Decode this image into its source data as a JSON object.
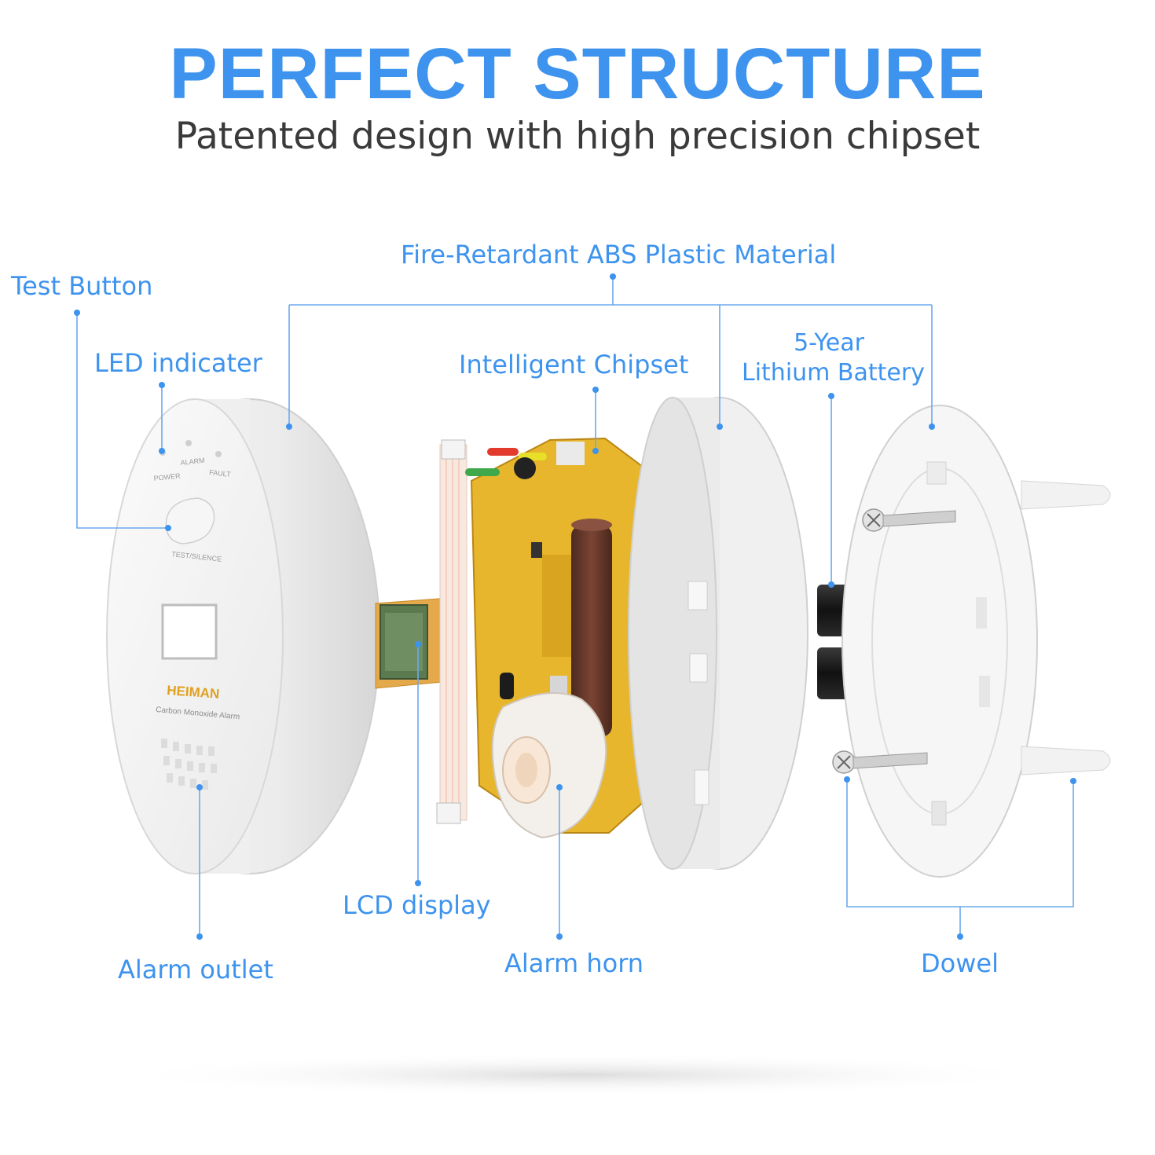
{
  "header": {
    "title": "PERFECT STRUCTURE",
    "subtitle": "Patented design with high precision chipset"
  },
  "labels": {
    "fire_retardant": "Fire-Retardant ABS Plastic Material",
    "test_button": "Test Button",
    "led_indicator": "LED indicater",
    "intelligent_chipset": "Intelligent Chipset",
    "battery_line1": "5-Year",
    "battery_line2": "Lithium Battery",
    "lcd_display": "LCD display",
    "alarm_outlet": "Alarm outlet",
    "alarm_horn": "Alarm horn",
    "dowel": "Dowel"
  },
  "device_print": {
    "power": "POWER",
    "alarm": "ALARM",
    "fault": "FAULT",
    "test_silence": "TEST/SILENCE",
    "brand": "HEIMAN",
    "model": "Carbon Monoxide Alarm"
  },
  "colors": {
    "accent": "#3d93ee",
    "pcb": "#e8b62c",
    "capacitor": "#6b3a2c"
  }
}
